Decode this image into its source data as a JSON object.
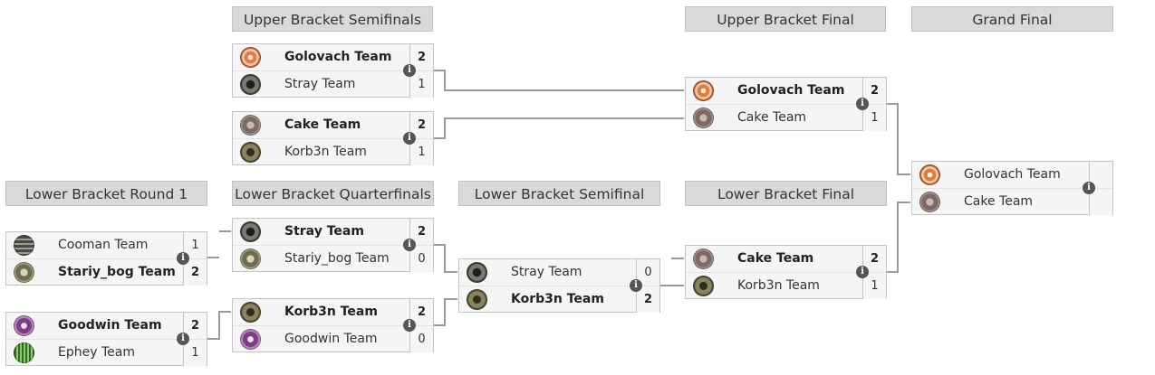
{
  "rounds": {
    "ub_semis": "Upper Bracket Semifinals",
    "ub_final": "Upper Bracket Final",
    "grand_final": "Grand Final",
    "lb_r1": "Lower Bracket Round 1",
    "lb_qf": "Lower Bracket Quarterfinals",
    "lb_sf": "Lower Bracket Semifinal",
    "lb_final": "Lower Bracket Final"
  },
  "info_glyph": "i",
  "matches": {
    "ubsf1": [
      {
        "team": "Golovach Team",
        "score": "2",
        "logo": "golovach-logo"
      },
      {
        "team": "Stray Team",
        "score": "1",
        "logo": "stray-logo"
      }
    ],
    "ubsf2": [
      {
        "team": "Cake Team",
        "score": "2",
        "logo": "cake-logo"
      },
      {
        "team": "Korb3n Team",
        "score": "1",
        "logo": "korb3n-logo"
      }
    ],
    "ubf": [
      {
        "team": "Golovach Team",
        "score": "2",
        "logo": "golovach-logo"
      },
      {
        "team": "Cake Team",
        "score": "1",
        "logo": "cake-logo"
      }
    ],
    "gf": [
      {
        "team": "Golovach Team",
        "score": "",
        "logo": "golovach-logo"
      },
      {
        "team": "Cake Team",
        "score": "",
        "logo": "cake-logo"
      }
    ],
    "lbr1a": [
      {
        "team": "Cooman Team",
        "score": "1",
        "logo": "cooman-logo"
      },
      {
        "team": "Stariy_bog Team",
        "score": "2",
        "logo": "stariy-bog-logo"
      }
    ],
    "lbr1b": [
      {
        "team": "Goodwin Team",
        "score": "2",
        "logo": "goodwin-logo"
      },
      {
        "team": "Ephey Team",
        "score": "1",
        "logo": "ephey-logo"
      }
    ],
    "lbqf1": [
      {
        "team": "Stray Team",
        "score": "2",
        "logo": "stray-logo"
      },
      {
        "team": "Stariy_bog Team",
        "score": "0",
        "logo": "stariy-bog-logo"
      }
    ],
    "lbqf2": [
      {
        "team": "Korb3n Team",
        "score": "2",
        "logo": "korb3n-logo"
      },
      {
        "team": "Goodwin Team",
        "score": "0",
        "logo": "goodwin-logo"
      }
    ],
    "lbsf": [
      {
        "team": "Stray Team",
        "score": "0",
        "logo": "stray-logo"
      },
      {
        "team": "Korb3n Team",
        "score": "2",
        "logo": "korb3n-logo"
      }
    ],
    "lbf": [
      {
        "team": "Cake Team",
        "score": "2",
        "logo": "cake-logo"
      },
      {
        "team": "Korb3n Team",
        "score": "1",
        "logo": "korb3n-logo"
      }
    ]
  },
  "colors": {
    "golovach": "#d98a5a",
    "stray": "#5a5a52",
    "cake": "#8e7f7a",
    "korb3n": "#6f6a48",
    "cooman": "#7c7c74",
    "stariy_bog": "#8d8a6c",
    "goodwin": "#8a5a8e",
    "ephey": "#4d8a46",
    "connector": "#9a9a9a",
    "header_bg": "#d9d9d9"
  }
}
